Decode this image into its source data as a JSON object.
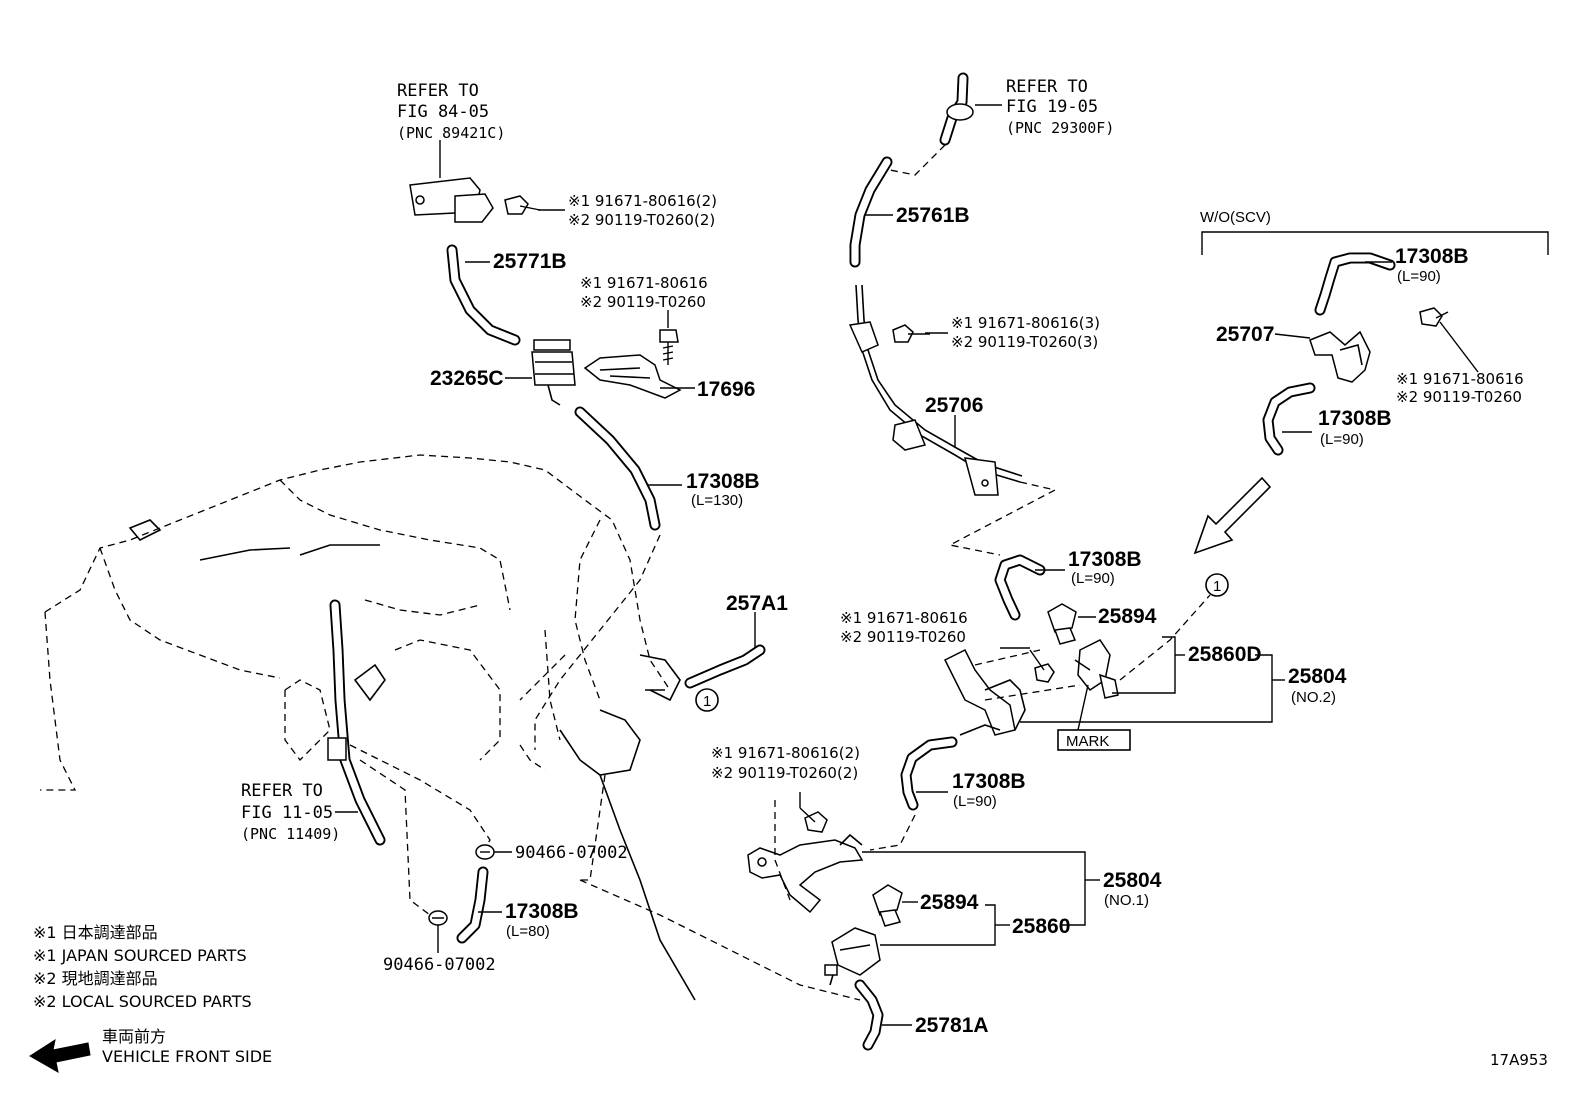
{
  "refs": {
    "fig84": [
      "REFER TO",
      "FIG 84-05",
      "(PNC 89421C)"
    ],
    "fig19": [
      "REFER TO",
      "FIG 19-05",
      "(PNC 29300F)"
    ],
    "fig11": [
      "REFER TO",
      "FIG 11-05",
      "(PNC 11409)"
    ]
  },
  "bolts": {
    "b1": [
      "※1 91671-80616(2)",
      "※2 90119-T0260(2)"
    ],
    "b2": [
      "※1 91671-80616",
      "※2 90119-T0260"
    ],
    "b3": [
      "※1 91671-80616(3)",
      "※2 90119-T0260(3)"
    ],
    "b4": [
      "※1 91671-80616",
      "※2 90119-T0260"
    ],
    "b5": [
      "※1 91671-80616",
      "※2 90119-T0260"
    ],
    "b6": [
      "※1 91671-80616(2)",
      "※2 90119-T0260(2)"
    ]
  },
  "parts": {
    "p25771B": "25771B",
    "p23265C": "23265C",
    "p17696": "17696",
    "p17308B_130": "17308B",
    "l130": "(L=130)",
    "p257A1": "257A1",
    "p25761B": "25761B",
    "p25706": "25706",
    "p17308B_mid": "17308B",
    "l90a": "(L=90)",
    "p25894a": "25894",
    "p25860D": "25860D",
    "p25804_2": "25804",
    "no2": "(NO.2)",
    "mark": "MARK",
    "p17308B_low": "17308B",
    "l90b": "(L=90)",
    "p25804_1": "25804",
    "no1": "(NO.1)",
    "p25894b": "25894",
    "p25860": "25860",
    "p25781A": "25781A",
    "p90466a": "90466-07002",
    "p90466b": "90466-07002",
    "p17308B_80": "17308B",
    "l80": "(L=80)",
    "wo": "W/O(SCV)",
    "p17308B_wo1": "17308B",
    "l90c": "(L=90)",
    "p25707": "25707",
    "p17308B_wo2": "17308B",
    "l90d": "(L=90)",
    "circle1a": "1",
    "circle1b": "1"
  },
  "legend": [
    "※1 日本調達部品",
    "※1 JAPAN SOURCED PARTS",
    "※2 現地調達部品",
    "※2 LOCAL SOURCED PARTS"
  ],
  "front": [
    "車両前方",
    "VEHICLE FRONT SIDE"
  ],
  "code": "17A953"
}
